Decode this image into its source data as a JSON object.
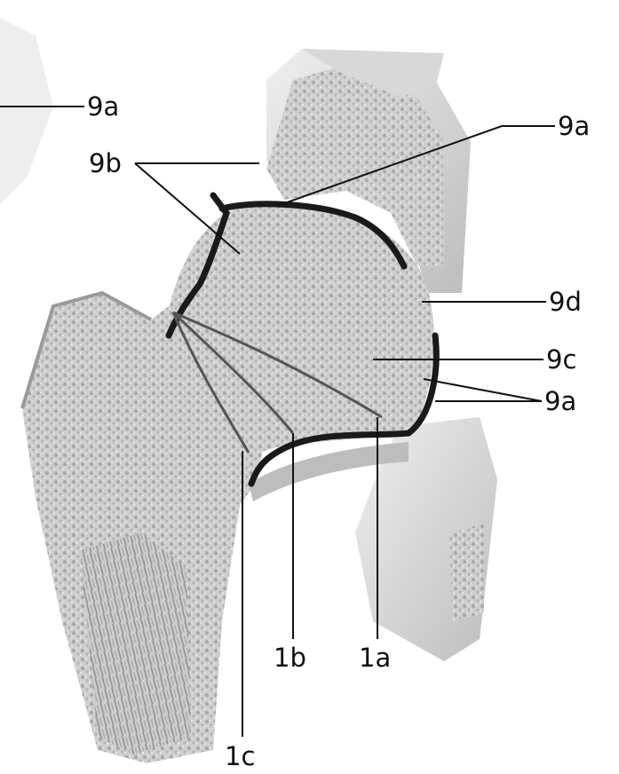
{
  "labels": {
    "l_9a_left": "9a",
    "l_9b": "9b",
    "l_9a_top_right": "9a",
    "l_9d": "9d",
    "l_9c": "9c",
    "l_9a_bottom_right": "9a",
    "l_1b": "1b",
    "l_1a": "1a",
    "l_1c": "1c"
  },
  "colors": {
    "background": "#ffffff",
    "bone_light": "#e6e6e6",
    "bone_mid": "#c9c9c9",
    "bone_shadow": "#9a9a9a",
    "growth_line": "#1a1a1a",
    "leader_line": "#111111"
  }
}
